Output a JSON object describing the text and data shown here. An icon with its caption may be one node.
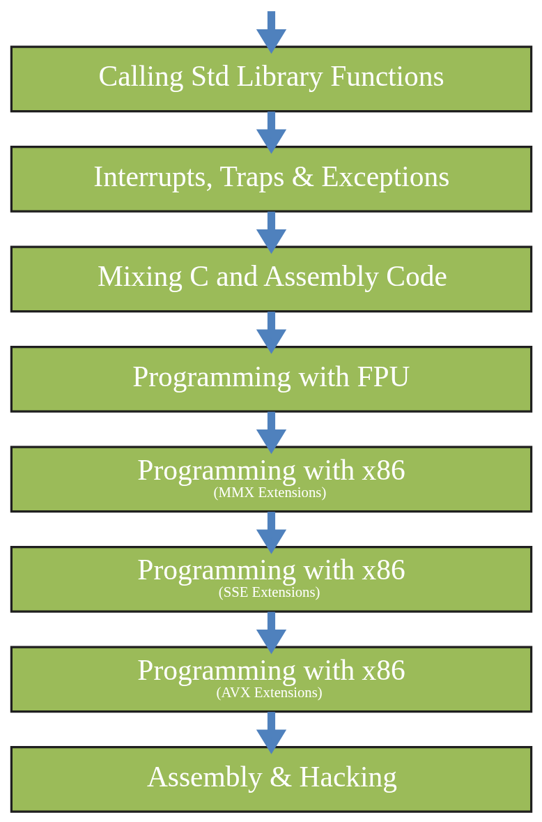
{
  "diagram": {
    "nodes": [
      {
        "text": [
          "Calling Std Library Functions"
        ]
      },
      {
        "text": [
          "Interrupts, Traps & Exceptions"
        ]
      },
      {
        "text": [
          "Mixing C and Assembly Code"
        ]
      },
      {
        "text": [
          "Programming with FPU"
        ]
      },
      {
        "text": [
          "Programming with x86",
          "(MMX Extensions)"
        ]
      },
      {
        "text": [
          "Programming with x86",
          "(SSE Extensions)"
        ]
      },
      {
        "text": [
          "Programming with x86",
          "(AVX Extensions)"
        ]
      },
      {
        "text": [
          "Assembly & Hacking"
        ]
      }
    ],
    "edges": [
      {
        "from": null,
        "to": 0,
        "arrow": "to"
      },
      {
        "from": 0,
        "to": 1,
        "arrow": "to"
      },
      {
        "from": 1,
        "to": 2,
        "arrow": "to"
      },
      {
        "from": 2,
        "to": 3,
        "arrow": "to"
      },
      {
        "from": 3,
        "to": 4,
        "arrow": "to"
      },
      {
        "from": 4,
        "to": 5,
        "arrow": "to"
      },
      {
        "from": 5,
        "to": 6,
        "arrow": "to"
      },
      {
        "from": 6,
        "to": 7,
        "arrow": "to"
      }
    ]
  }
}
